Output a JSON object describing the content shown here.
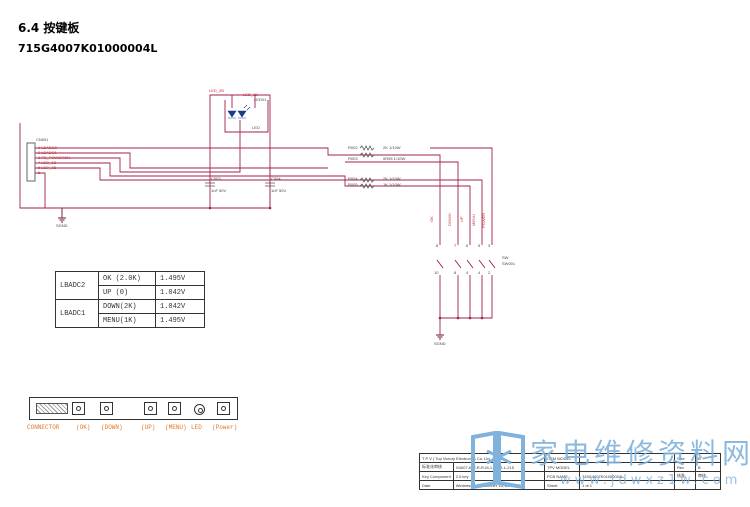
{
  "header": {
    "section_title": "6.4 按键板",
    "part_number": "715G4007K01000004L"
  },
  "connector": {
    "ref": "CN001",
    "pins": [
      "1 LBADC2",
      "2 LBADC1",
      "3 PS_POWERON",
      "4 LED_1B",
      "5 LED_2B",
      "6"
    ]
  },
  "led": {
    "label_a": "LED_2B",
    "label_b": "LED_1B",
    "ref": "LED01",
    "text": "LED"
  },
  "capacitors": [
    {
      "ref": "C003",
      "value": "1nF 50V"
    },
    {
      "ref": "C004",
      "value": "1nF 50V"
    }
  ],
  "resistors": [
    {
      "ref": "R002",
      "value": "2K 1/10W"
    },
    {
      "ref": "R003",
      "value": "0R05 1/10W"
    },
    {
      "ref": "R004",
      "value": "2K 1/10W"
    },
    {
      "ref": "R005",
      "value": "1K 1/10W"
    }
  ],
  "switch_labels": [
    "OK",
    "DOWN",
    "UP",
    "MENU",
    "POWER"
  ],
  "switch": {
    "ref": "SW",
    "part": "SW001"
  },
  "switch_pin_top": [
    "8",
    "7",
    "6",
    "5",
    "3"
  ],
  "switch_pin_bottom": [
    "10",
    "8",
    "4",
    "4",
    "2"
  ],
  "grounds": {
    "left": "SGND",
    "right": "SGND"
  },
  "adc_table": {
    "rows": [
      {
        "group": "LBADC2",
        "key": "OK  (2.0K)",
        "voltage": "1.495V"
      },
      {
        "group": "",
        "key": "UP  (0)",
        "voltage": "1.042V"
      },
      {
        "group": "LBADC1",
        "key": "DOWN(2K)",
        "voltage": "1.042V"
      },
      {
        "group": "",
        "key": "MENU(1K)",
        "voltage": "1.495V"
      }
    ]
  },
  "panel_labels": [
    "CONNECTOR",
    "(OK)",
    "(DOWN)",
    "(UP)",
    "(MENU)",
    "LED",
    "(Power)"
  ],
  "title_block": {
    "rows": [
      [
        "T P V ( Top  Victory  Electronics  Co.  Ltd. )",
        "OEM MODEL",
        "",
        "Size",
        "B"
      ],
      [
        "标准化审核",
        "G4007-K-V-R-R-M-1-BK-2-L-215",
        "TPV MODEL",
        "",
        "Rev",
        "B"
      ],
      [
        "Key Component",
        "2.0 key",
        "PCB NAME",
        "715G4007K01000004L",
        "核准",
        "审核"
      ],
      [
        "Date",
        "Wednesday, December 16, 2009",
        "Sheet",
        "1  of  1",
        "",
        ""
      ]
    ]
  },
  "watermark": {
    "chinese": "家电维修资料网",
    "url": "www.jdwxz1w.com"
  },
  "colors": {
    "wire": "#a02050",
    "ground": "#6a1030",
    "label": "#c03030",
    "panel_label": "#e07a2a",
    "watermark": "#7fb2dc"
  }
}
